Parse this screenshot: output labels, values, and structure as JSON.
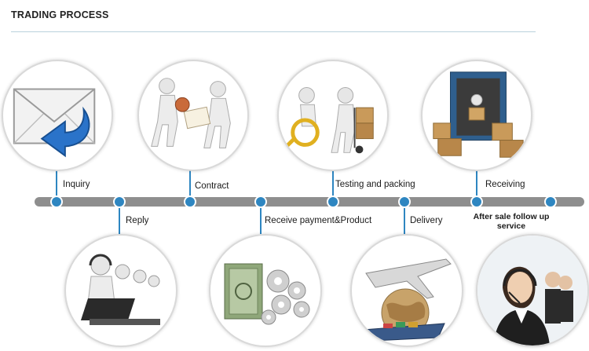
{
  "title": "TRADING PROCESS",
  "steps_top": [
    {
      "label": "Inquiry",
      "icon": "envelope-reply-icon"
    },
    {
      "label": "Contract",
      "icon": "handshake-figures-icon"
    },
    {
      "label": "Testing and packing",
      "icon": "inspection-packing-icon"
    },
    {
      "label": "Receiving",
      "icon": "container-boxes-icon"
    }
  ],
  "steps_bottom": [
    {
      "label": "Reply",
      "icon": "headset-operators-icon"
    },
    {
      "label": "Receive payment&Product",
      "icon": "money-gears-icon"
    },
    {
      "label": "Delivery",
      "icon": "plane-ship-globe-icon"
    },
    {
      "label": "After sale follow up service",
      "icon": "customer-service-agent-icon"
    }
  ],
  "colors": {
    "accent": "#2e86c1",
    "line": "#8e8e8e",
    "rule": "#b9d2dc"
  }
}
